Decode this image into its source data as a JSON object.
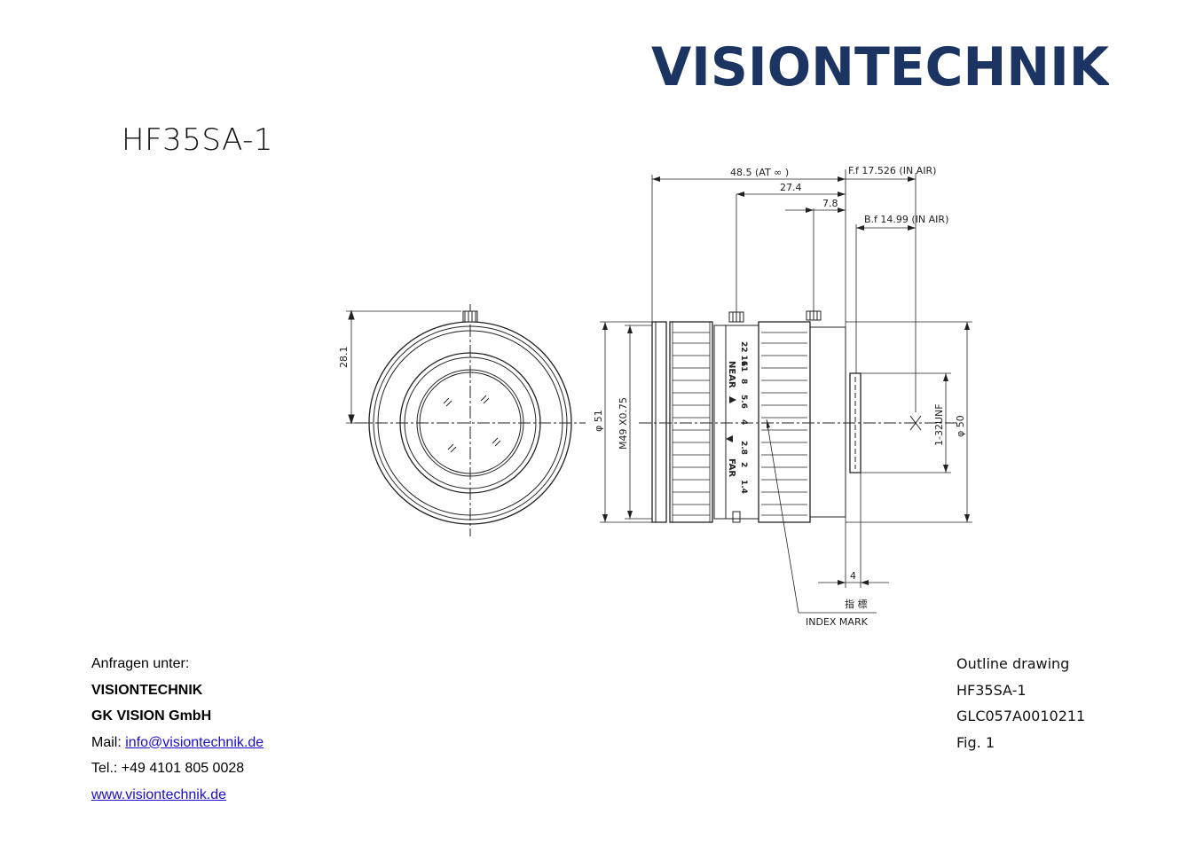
{
  "brand": {
    "logo_text": "VISIONTECHNIK",
    "color": "#1c3462"
  },
  "product": {
    "title": "HF35SA-1"
  },
  "drawing": {
    "dims": {
      "d_48_5": "48.5 (AT ∞ )",
      "d_27_4": "27.4",
      "d_7_8": "7.8",
      "ff": "F.f  17.526 (IN AIR)",
      "bf": "B.f  14.99 (IN AIR)",
      "d_28_1": "28.1",
      "d_51": "φ 51",
      "m49": "M49 X0.75",
      "unf": "1-32UNF",
      "d_50": "φ 50",
      "d_4": "4"
    },
    "ring_scale": [
      "22 16",
      "11",
      "8",
      "5.6",
      "4",
      "2.8",
      "2",
      "1.4"
    ],
    "near_label": "NEAR",
    "far_label": "FAR",
    "index_mark_jp": "指 標",
    "index_mark": "INDEX MARK"
  },
  "contact": {
    "intro": "Anfragen unter:",
    "company1": "VISIONTECHNIK",
    "company2": "GK VISION GmbH",
    "mail_label": "Mail: ",
    "mail": "info@visiontechnik.de",
    "tel": "Tel.: +49 4101 805 0028",
    "web": "www.visiontechnik.de"
  },
  "info": {
    "type": "Outline drawing",
    "model": "HF35SA-1",
    "code": "GLC057A0010211",
    "fig": "Fig. 1"
  }
}
